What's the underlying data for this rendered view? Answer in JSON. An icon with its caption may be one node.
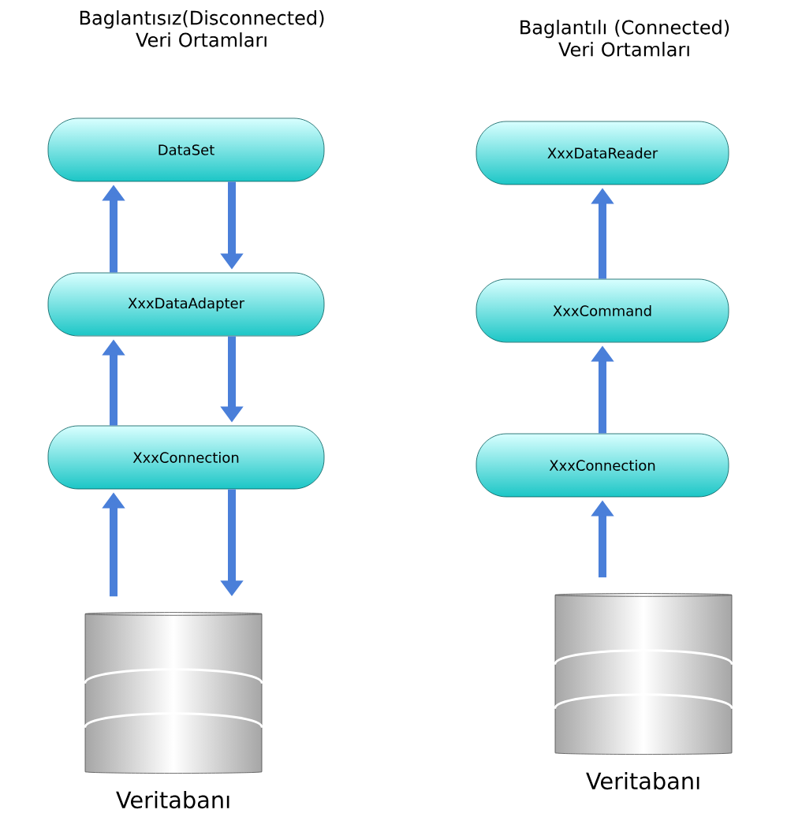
{
  "diagram": {
    "nodes": [
      {
        "text": [
          "DataSet"
        ]
      },
      {
        "text": [
          "XxxDataAdapter"
        ]
      },
      {
        "text": [
          "XxxConnection"
        ]
      },
      {
        "text": [],
        "shape": "cylinder",
        "beside": [
          "Veritabanı"
        ]
      },
      {
        "text": [
          "XxxDataReader"
        ]
      },
      {
        "text": [
          "XxxCommand"
        ]
      },
      {
        "text": [
          "XxxConnection"
        ]
      },
      {
        "text": [],
        "shape": "cylinder",
        "beside": [
          "Veritabanı"
        ]
      }
    ],
    "edges": [
      {
        "from": 1,
        "to": 0,
        "arrow": "to"
      },
      {
        "from": 0,
        "to": 1,
        "arrow": "to"
      },
      {
        "from": 2,
        "to": 1,
        "arrow": "to"
      },
      {
        "from": 1,
        "to": 2,
        "arrow": "to"
      },
      {
        "from": 3,
        "to": 2,
        "arrow": "to"
      },
      {
        "from": 2,
        "to": 3,
        "arrow": "to"
      },
      {
        "from": 7,
        "to": 6,
        "arrow": "to"
      },
      {
        "from": 6,
        "to": 5,
        "arrow": "to"
      },
      {
        "from": 5,
        "to": 4,
        "arrow": "to"
      }
    ],
    "labels": [
      "Baglantısız(Disconnected) Veri Ortamları",
      "Baglantılı (Connected) Veri Ortamları"
    ]
  }
}
